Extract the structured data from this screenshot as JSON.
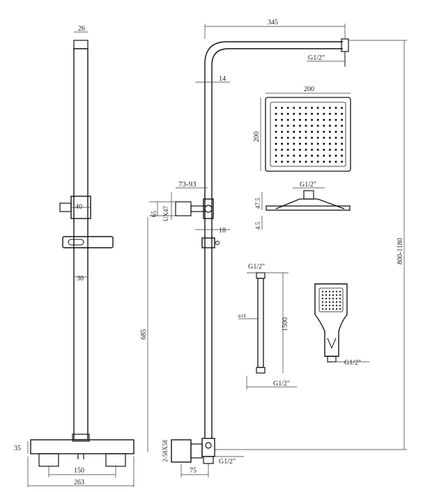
{
  "labels": {
    "top_width": "26",
    "bracket_width": "40",
    "rail_diameter": "30",
    "valve_height": "35",
    "valve_center": "150",
    "valve_width": "263",
    "arm_length": "345",
    "head_inlet_thread": "G1/2\"",
    "pipe_diameter": "14",
    "slide_range": "73-93",
    "bracket_spec": "UX47",
    "bracket_height": "65",
    "mid_diameter": "18",
    "riser_height": "685",
    "wall_spec": "2-58X58",
    "outlet_spacing": "75",
    "outlet_thread": "G1/2\"",
    "overall_height": "800-1180",
    "head_width": "200",
    "head_height": "200",
    "head_thread": "G1/2\"",
    "head_profile_height": "47.5",
    "head_plate_thickness": "4.5",
    "hose_top_thread": "G1/2\"",
    "hose_diameter": "ø14",
    "hose_length": "1500",
    "hose_bottom_thread": "G1/2\"",
    "handshower_thread": "G1/2\""
  }
}
